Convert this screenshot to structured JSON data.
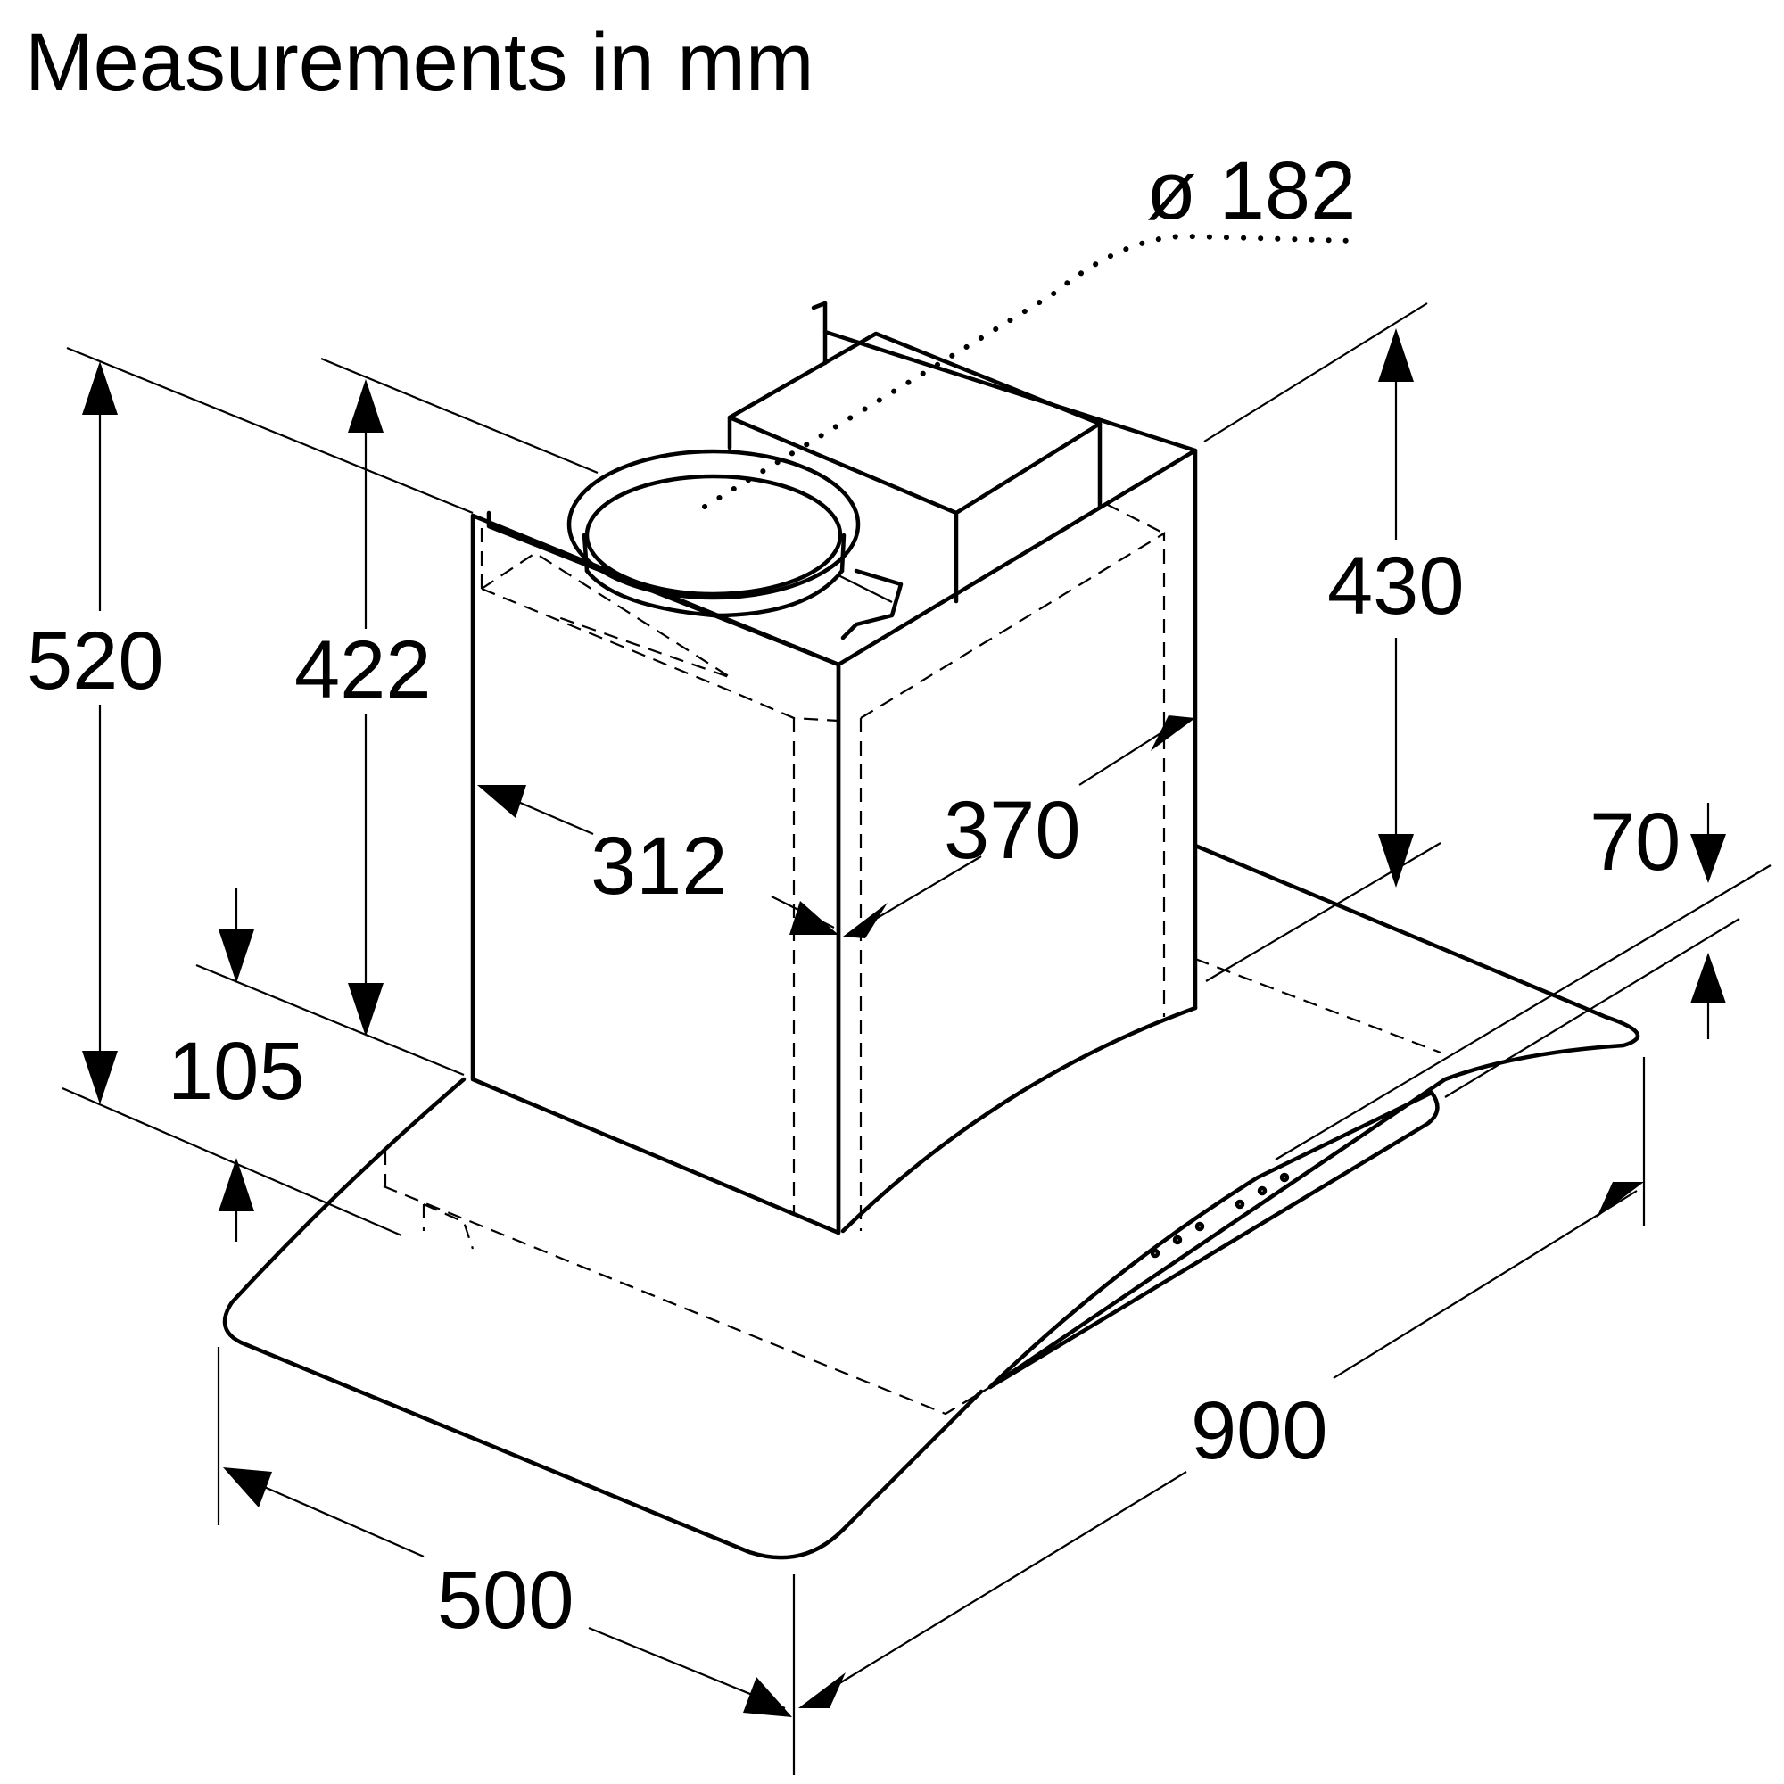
{
  "title": "Measurements in mm",
  "dimensions": {
    "diameter": "ø 182",
    "height_total": "520",
    "height_chimney": "422",
    "height_upper": "430",
    "chimney_width": "312",
    "chimney_depth": "370",
    "canopy_thickness": "105",
    "edge_height": "70",
    "width": "900",
    "depth": "500"
  }
}
